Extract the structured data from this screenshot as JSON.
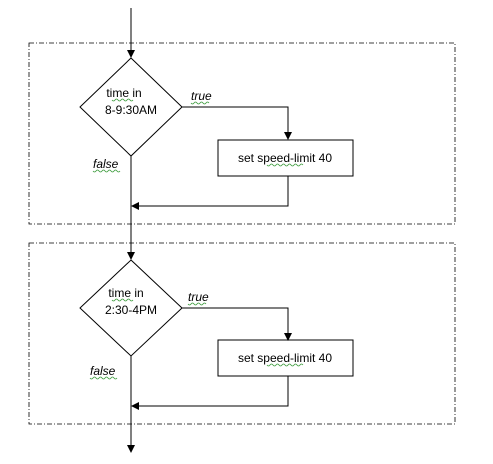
{
  "block1": {
    "decision_line1": "time in",
    "decision_line2": "8-9:30AM",
    "true_label": "true",
    "false_label": "false",
    "action": "set speed-limit 40"
  },
  "block2": {
    "decision_line1": "time in",
    "decision_line2": "2:30-4PM",
    "true_label": "true",
    "false_label": "false",
    "action": "set speed-limit 40"
  }
}
